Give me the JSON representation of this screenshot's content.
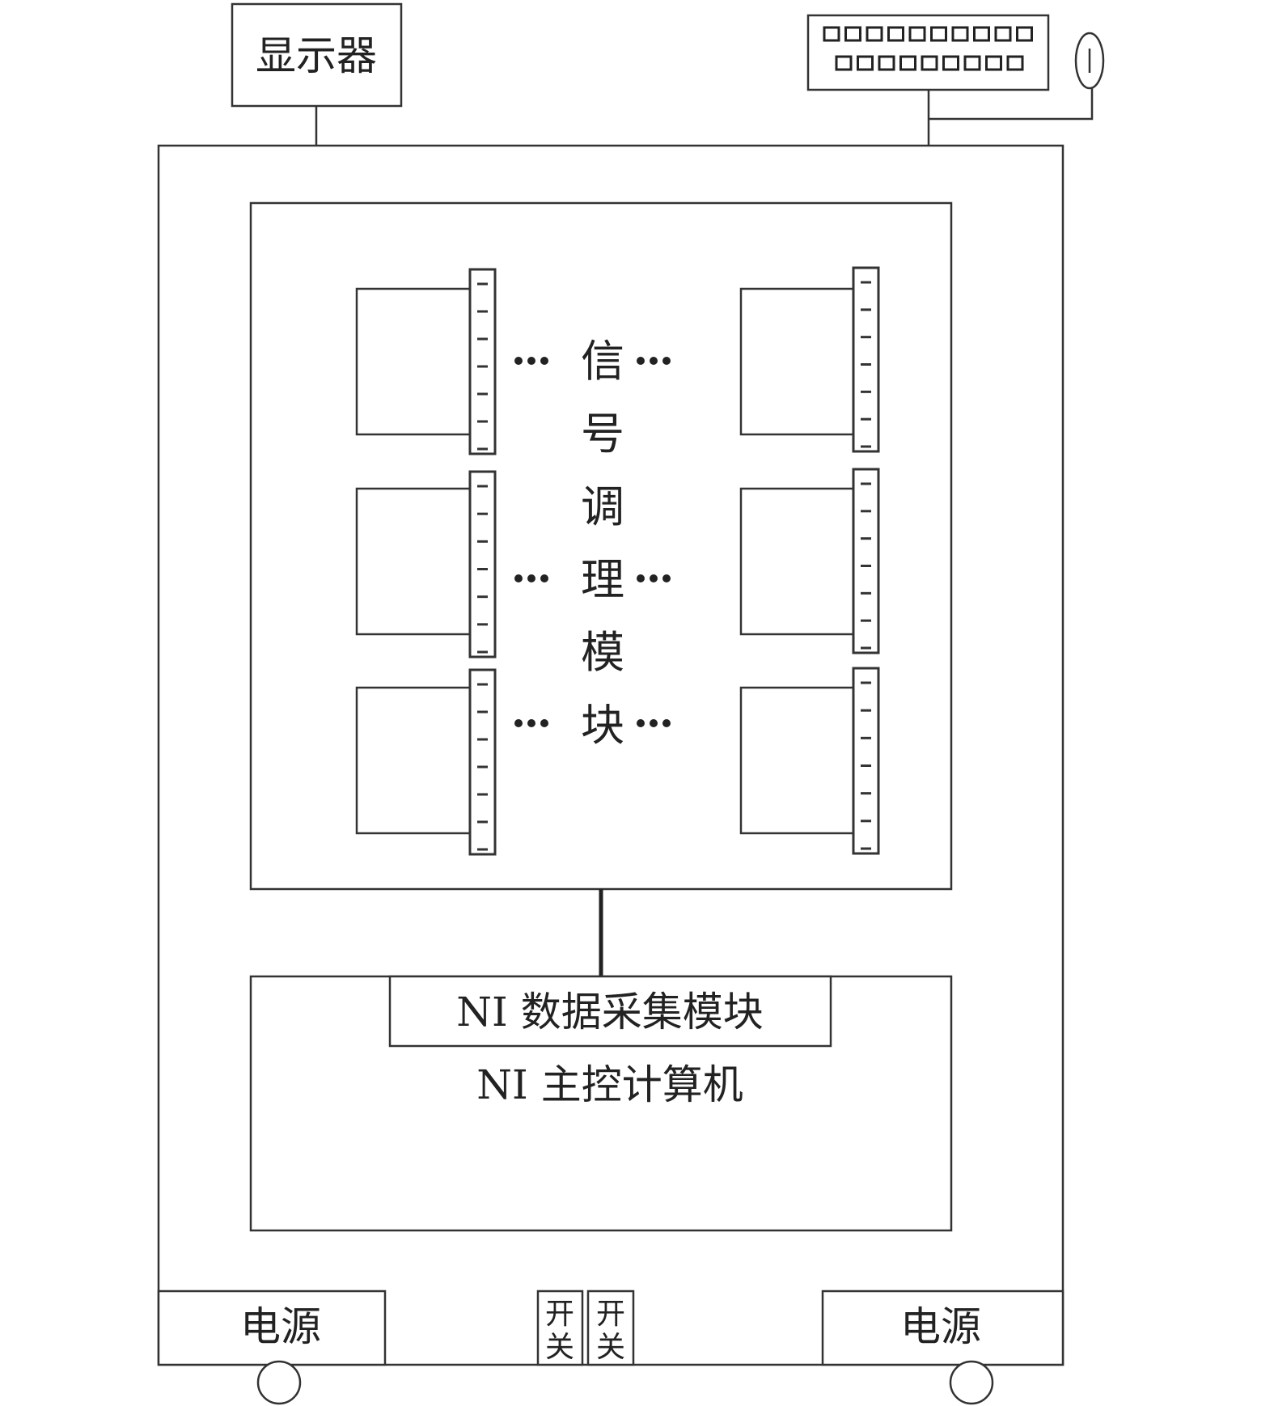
{
  "display": {
    "label": "显示器"
  },
  "signal_module": {
    "chars": [
      "信",
      "号",
      "调",
      "理",
      "模",
      "块"
    ]
  },
  "daq_module": {
    "label": "NI 数据采集模块"
  },
  "host_computer": {
    "label": "NI 主控计算机"
  },
  "power_left": {
    "label": "电源"
  },
  "power_right": {
    "label": "电源"
  },
  "switches": [
    {
      "top": "开",
      "bottom": "关"
    },
    {
      "top": "开",
      "bottom": "关"
    }
  ],
  "keyboard": {
    "rows": [
      10,
      9
    ]
  }
}
